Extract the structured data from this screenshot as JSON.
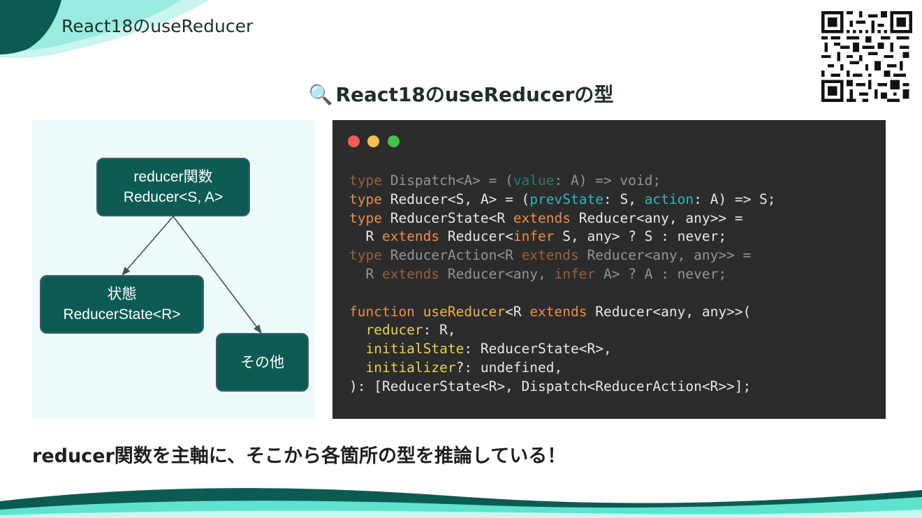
{
  "header": {
    "title": "React18のuseReducer"
  },
  "heading": {
    "icon": "magnifier-icon",
    "icon_glyph": "🔍",
    "text": "React18のuseReducerの型"
  },
  "diagram": {
    "nodes": [
      {
        "line1": "reducer関数",
        "line2": "Reducer<S, A>"
      },
      {
        "line1": "状態",
        "line2": "ReducerState<R>"
      },
      {
        "line1": "その他"
      }
    ]
  },
  "code_window": {
    "controls": [
      {
        "name": "close",
        "color": "#ee5c58"
      },
      {
        "name": "minimize",
        "color": "#f5be4f"
      },
      {
        "name": "maximize",
        "color": "#3cc54a"
      }
    ],
    "lines": [
      "type Dispatch<A> = (value: A) => void;",
      "type Reducer<S, A> = (prevState: S, action: A) => S;",
      "type ReducerState<R extends Reducer<any, any>> =",
      "  R extends Reducer<infer S, any> ? S : never;",
      "type ReducerAction<R extends Reducer<any, any>> =",
      "  R extends Reducer<any, infer A> ? A : never;",
      "",
      "function useReducer<R extends Reducer<any, any>>(",
      "  reducer: R,",
      "  initialState: ReducerState<R>,",
      "  initializer?: undefined,",
      "): [ReducerState<R>, Dispatch<ReducerAction<R>>];"
    ]
  },
  "summary": "reducer関数を主軸に、そこから各箇所の型を推論している！",
  "colors": {
    "accent_dark": "#0c5b52",
    "accent_light": "#5fe3cf",
    "diagram_bg": "#effbfa",
    "code_bg": "#2b2b2b"
  }
}
